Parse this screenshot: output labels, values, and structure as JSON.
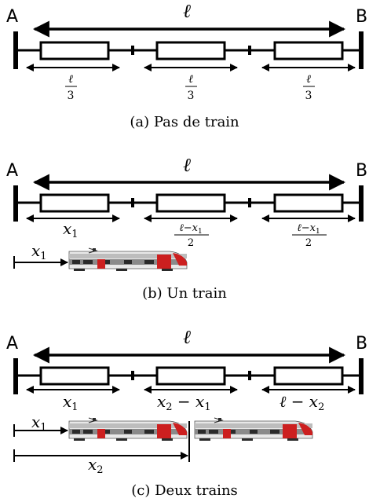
{
  "panels": [
    {
      "left_label": "A",
      "right_label": "B",
      "length_label": "ℓ",
      "caption": "(a) Pas de train",
      "segments": [
        {
          "num": "ℓ",
          "den": "3"
        },
        {
          "num": "ℓ",
          "den": "3"
        },
        {
          "num": "ℓ",
          "den": "3"
        }
      ]
    },
    {
      "left_label": "A",
      "right_label": "B",
      "length_label": "ℓ",
      "caption": "(b) Un train",
      "segments": [
        {
          "var": "x",
          "sub": "1"
        },
        {
          "num": "ℓ−x",
          "num_sub": "1",
          "den": "2"
        },
        {
          "num": "ℓ−x",
          "num_sub": "1",
          "den": "2"
        }
      ],
      "train_offset": {
        "var": "x",
        "sub": "1"
      }
    },
    {
      "left_label": "A",
      "right_label": "B",
      "length_label": "ℓ",
      "caption": "(c) Deux trains",
      "segments": [
        {
          "var": "x",
          "sub": "1"
        },
        {
          "text": "x",
          "sub": "2",
          "rest": " − x",
          "sub2": "1"
        },
        {
          "text": "ℓ − x",
          "sub": "2"
        }
      ],
      "train_offsets": [
        {
          "var": "x",
          "sub": "1"
        },
        {
          "var": "x",
          "sub": "2"
        }
      ]
    }
  ],
  "colors": {
    "train_red": "#cc1f1f",
    "train_grey": "#8a8a8a",
    "train_dark": "#2a2a2a",
    "train_light": "#e8e8e8"
  }
}
